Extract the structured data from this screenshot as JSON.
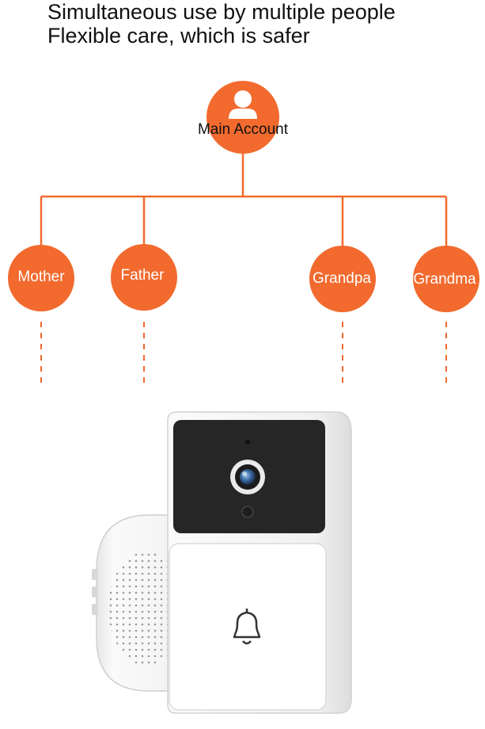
{
  "headline": {
    "line1": "Simultaneous use by multiple people",
    "line2": "Flexible care, which is safer"
  },
  "colors": {
    "accent": "#f26a2e",
    "text": "#111111"
  },
  "tree": {
    "main_label": "Main Account",
    "main_icon": "user-icon",
    "members": [
      "Mother",
      "Father",
      "Grandpa",
      "Grandma"
    ]
  },
  "device": {
    "name": "video-doorbell",
    "bell_icon": "bell-icon"
  }
}
